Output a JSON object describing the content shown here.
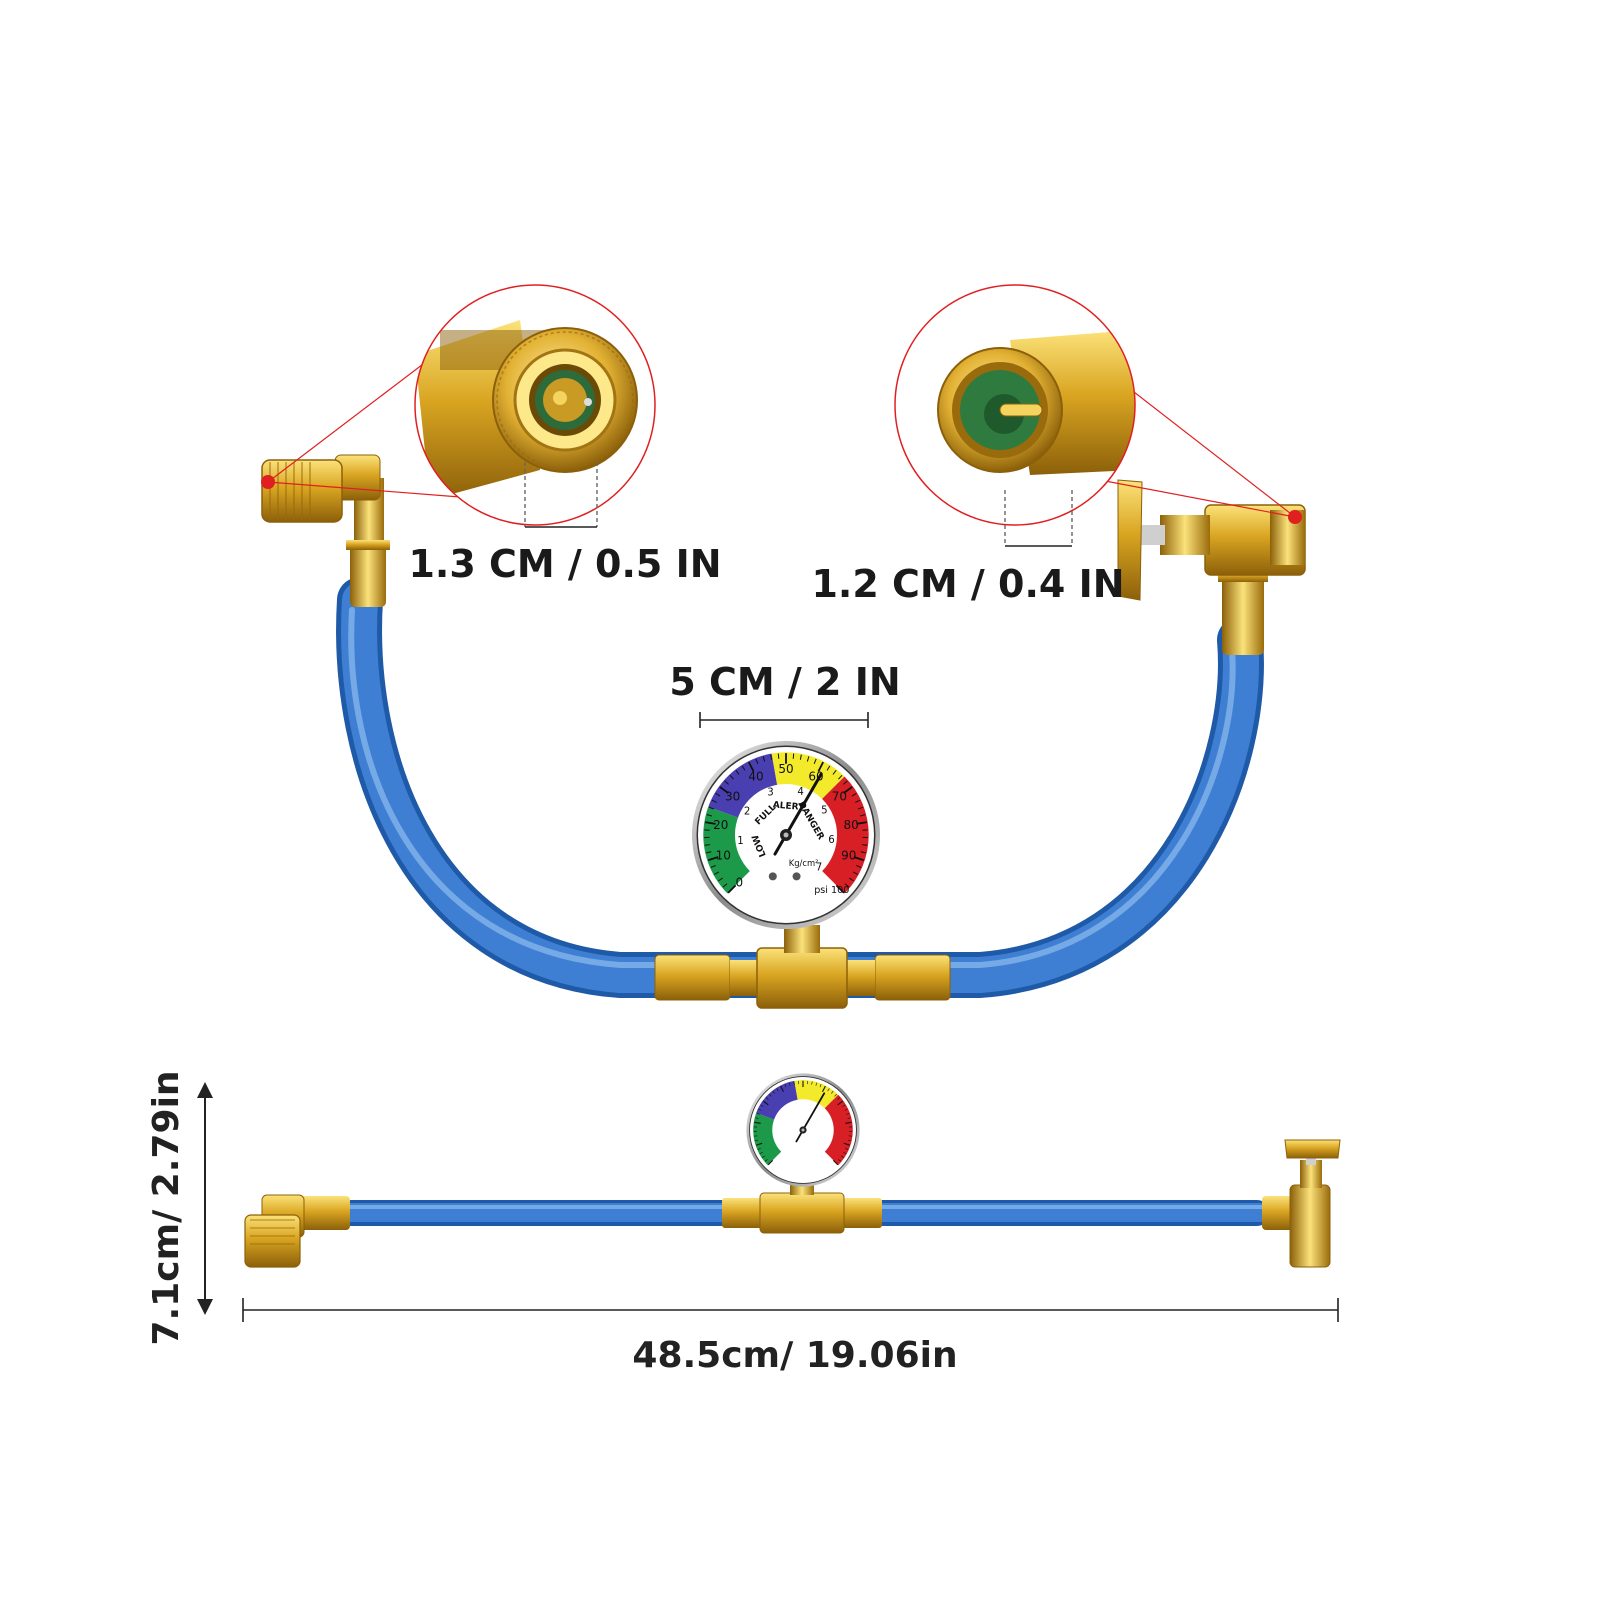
{
  "colors": {
    "hose": "#3f7fd3",
    "hose_dark": "#1e5aa8",
    "brass": "#d9a521",
    "brass_light": "#f4d35e",
    "brass_dark": "#9a6b0c",
    "callout_red": "#e02020",
    "gauge_purple": "#4a3fb0",
    "gauge_yellow": "#f2ea2a",
    "gauge_red": "#d81f26",
    "gauge_green": "#1c9a4a"
  },
  "callouts": {
    "left_size": "1.3 CM / 0.5 IN",
    "right_size": "1.2 CM / 0.4 IN",
    "gauge_size": "5 CM / 2 IN"
  },
  "gauge": {
    "zones": [
      "LOW",
      "FULL",
      "ALERT",
      "DANGER"
    ],
    "psi_ticks": [
      "10",
      "20",
      "30",
      "40",
      "50",
      "60",
      "70",
      "80",
      "90"
    ],
    "kg_ticks": [
      "1",
      "2",
      "3",
      "4",
      "5",
      "6",
      "7"
    ],
    "zero": "0",
    "psi_unit": "psi",
    "psi_max": "100",
    "kg_unit": "Kg/cm²"
  },
  "dimensions": {
    "height": "7.1cm/ 2.79in",
    "length": "48.5cm/ 19.06in"
  },
  "icons": {
    "left_coupler": "quick-coupler-icon",
    "right_valve": "tap-valve-icon"
  }
}
